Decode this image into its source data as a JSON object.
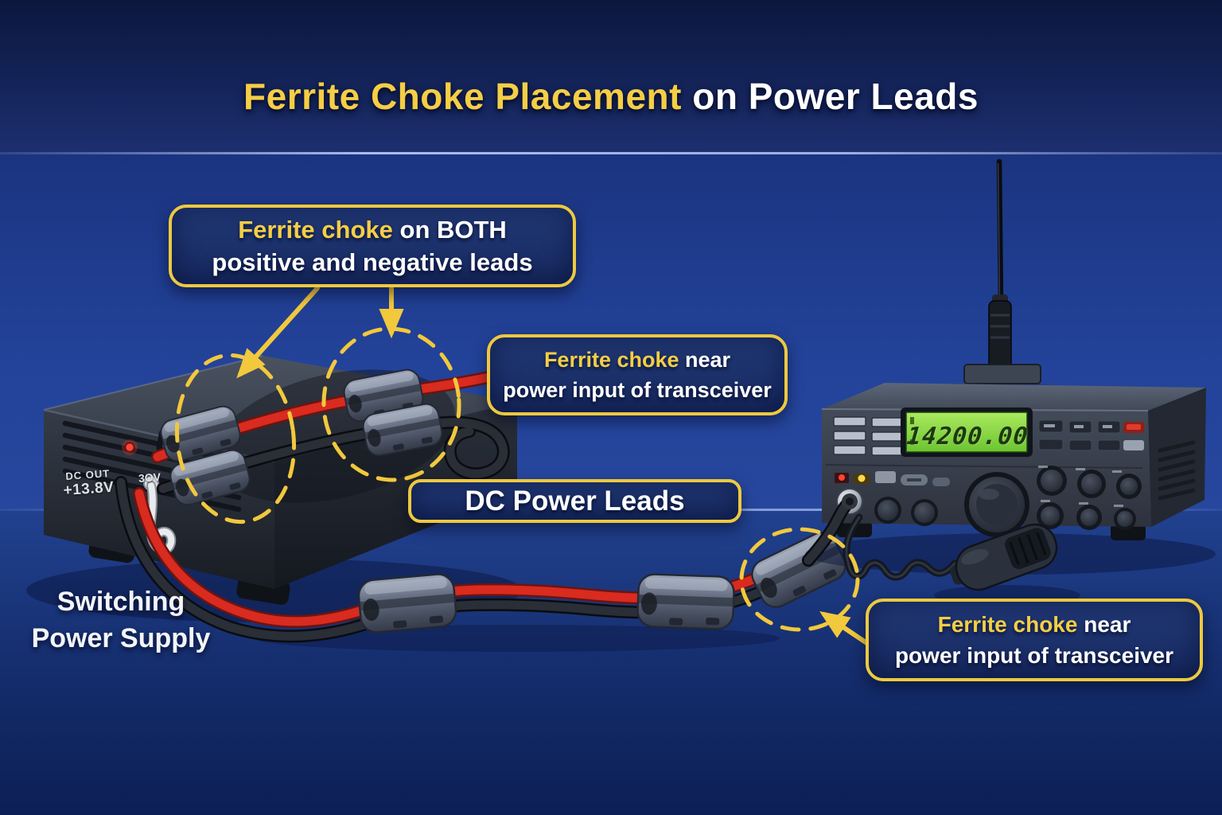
{
  "title": {
    "highlight": "Ferrite Choke Placement",
    "rest": " on Power Leads"
  },
  "callouts": {
    "both_leads": {
      "highlight": "Ferrite choke",
      "rest": " on BOTH",
      "line2": "positive and negative leads"
    },
    "top_transceiver": {
      "highlight": "Ferrite choke",
      "rest": " near",
      "line2": "power input of transceiver"
    },
    "dc_leads": {
      "label": "DC Power Leads"
    },
    "bottom_transceiver": {
      "highlight": "Ferrite choke",
      "rest": " near",
      "line2": "power input of transceiver"
    }
  },
  "power_supply": {
    "caption_line1": "Switching",
    "caption_line2": "Power Supply",
    "panel_label_line1": "DC OUT",
    "panel_label_line2": "+13.8V",
    "port_label": "3OV"
  },
  "transceiver": {
    "display_frequency": "14200.00"
  },
  "colors": {
    "accent_yellow": "#f2c83d",
    "title_yellow": "#f5ce45",
    "callout_fill": "#1b2d66",
    "background_top": "#0c173e",
    "background_mid": "#1e3c8c",
    "background_table": "#152e6e",
    "wire_red": "#d92b1f",
    "wire_black": "#20242c",
    "wire_white": "#e9ebee",
    "lcd_green": "#8edc4a"
  }
}
